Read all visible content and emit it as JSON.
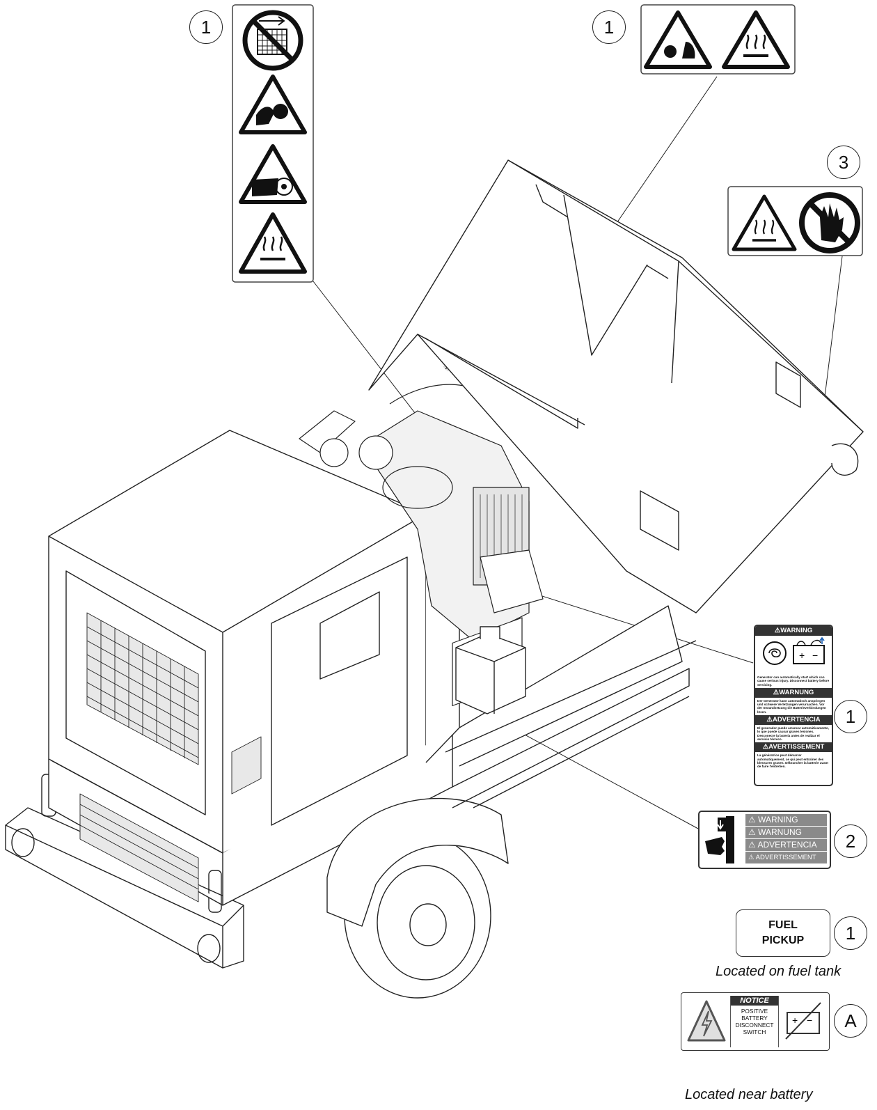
{
  "callouts": {
    "left_column": "1",
    "top_right": "1",
    "hot_hand": "3",
    "battery_warning": "1",
    "crush_warning": "2",
    "fuel_pickup": "1",
    "notice": "A"
  },
  "battery_decal": {
    "h1": "WARNING",
    "t1": "Generator can automatically start which can cause serious injury. Disconnect battery before servicing.",
    "h2": "WARNUNG",
    "t2": "Der Generator kann automatisch anspringen und schwere Verletzungen verursachen. Vor der Instandsetzung die Batterieverbindungen lösen.",
    "h3": "ADVERTENCIA",
    "t3": "El generador puede arrancar automáticamente, lo que puede causar graves lesiones. Desconecte la batería antes de realizar el servicio técnico.",
    "h4": "AVERTISSEMENT",
    "t4": "La génératrice peut démarrer automatiquement, ce qui peut entraîner des blessures graves. Débrancher la batterie avant de faire l'entretien."
  },
  "crush_decal": {
    "r1": "WARNING",
    "r2": "WARNUNG",
    "r3": "ADVERTENCIA",
    "r4": "ADVERTISSEMENT"
  },
  "fuel_label": {
    "line1": "FUEL",
    "line2": "PICKUP"
  },
  "fuel_caption": "Located on fuel tank",
  "notice_decal": {
    "header": "NOTICE",
    "l1": "POSITIVE",
    "l2": "BATTERY",
    "l3": "DISCONNECT",
    "l4": "SWITCH"
  },
  "notice_caption": "Located near battery",
  "icons": [
    "no-lifting-icon",
    "fan-hazard-icon",
    "belt-entanglement-icon",
    "hot-surface-icon",
    "pressurized-spray-icon",
    "no-touch-icon",
    "auto-start-icon",
    "battery-icon",
    "crush-hand-icon",
    "electrical-shock-icon",
    "battery-disconnect-icon"
  ],
  "colors": {
    "line": "#222222",
    "fill_light": "#f2f2f2",
    "decal_band": "#8a8a8a"
  }
}
